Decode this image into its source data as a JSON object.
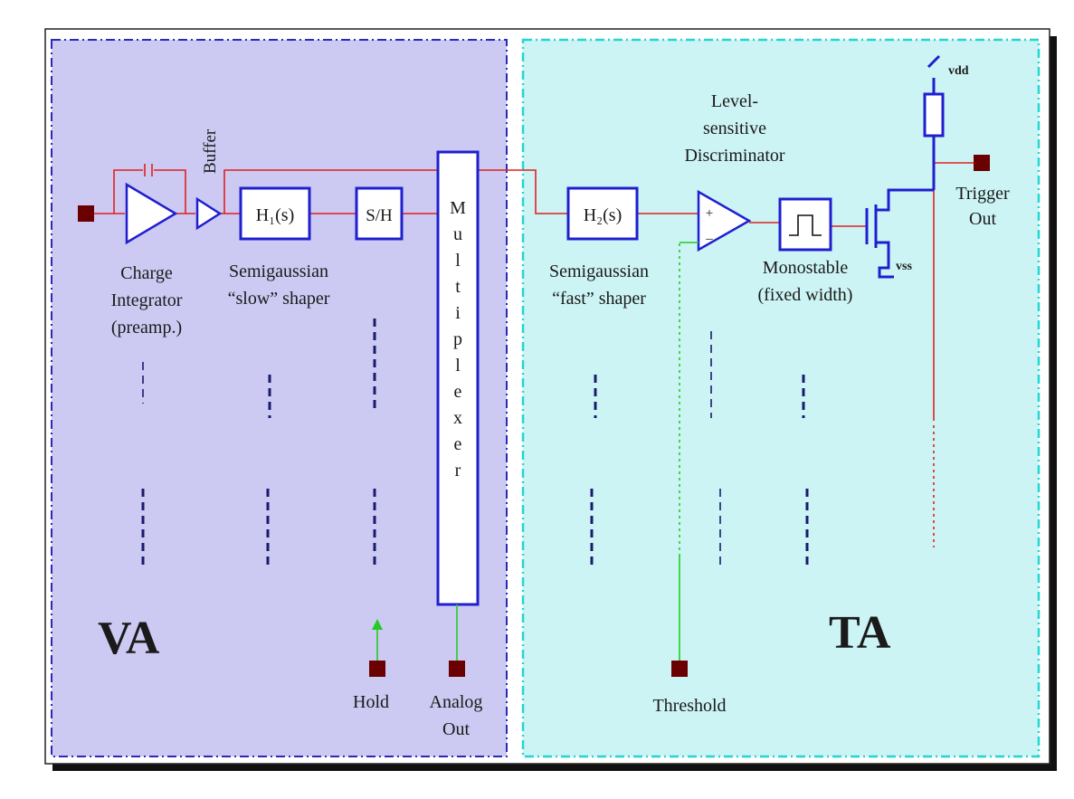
{
  "regions": {
    "va": {
      "label": "VA",
      "fill": "#cccaf2",
      "border": "#2a2ab8"
    },
    "ta": {
      "label": "TA",
      "fill": "#cdf4f4",
      "border": "#22d6d6"
    }
  },
  "colors": {
    "signal": "#e02020",
    "block": "#1f1fd0",
    "pad": "#6b0000",
    "control": "#22cc22",
    "channel_dash": "#1a1a6e"
  },
  "labels": {
    "buffer": "Buffer",
    "charge_integrator": [
      "Charge",
      "Integrator",
      "(preamp.)"
    ],
    "slow_shaper": [
      "Semigaussian",
      "“slow” shaper"
    ],
    "h1": "H₁(s)",
    "sh": "S/H",
    "multiplexer": [
      "M",
      "u",
      "l",
      "t",
      "i",
      "p",
      "l",
      "e",
      "x",
      "e",
      "r"
    ],
    "h2": "H₂(s)",
    "fast_shaper": [
      "Semigaussian",
      "“fast” shaper"
    ],
    "discriminator": [
      "Level-",
      "sensitive",
      "Discriminator"
    ],
    "comparator_plus": "+",
    "comparator_minus": "–",
    "monostable": [
      "Monostable",
      "(fixed width)"
    ],
    "vdd": "vdd",
    "vss": "vss",
    "trigger_out": [
      "Trigger",
      "Out"
    ],
    "hold": "Hold",
    "analog_out": [
      "Analog",
      "Out"
    ],
    "threshold": "Threshold"
  }
}
